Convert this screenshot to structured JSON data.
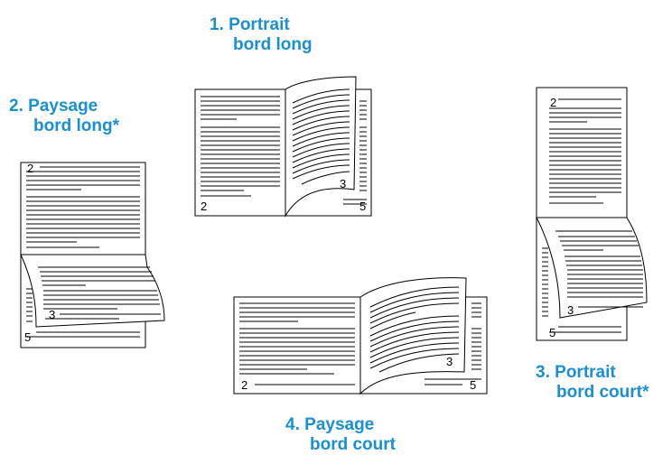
{
  "options": [
    {
      "id": "opt1",
      "number": "1.",
      "line1": "Portrait",
      "line2": "bord long",
      "page_numbers": [
        "3",
        "2",
        "5"
      ]
    },
    {
      "id": "opt2",
      "number": "2.",
      "line1": "Paysage",
      "line2": "bord long*",
      "page_numbers": [
        "2",
        "3",
        "5"
      ]
    },
    {
      "id": "opt3",
      "number": "3.",
      "line1": "Portrait",
      "line2": "bord court*",
      "page_numbers": [
        "2",
        "3",
        "5"
      ]
    },
    {
      "id": "opt4",
      "number": "4.",
      "line1": "Paysage",
      "line2": "bord court",
      "page_numbers": [
        "3",
        "2",
        "5"
      ]
    }
  ],
  "colors": {
    "caption": "#1a8fd1",
    "ink": "#000000",
    "paper": "#ffffff"
  }
}
